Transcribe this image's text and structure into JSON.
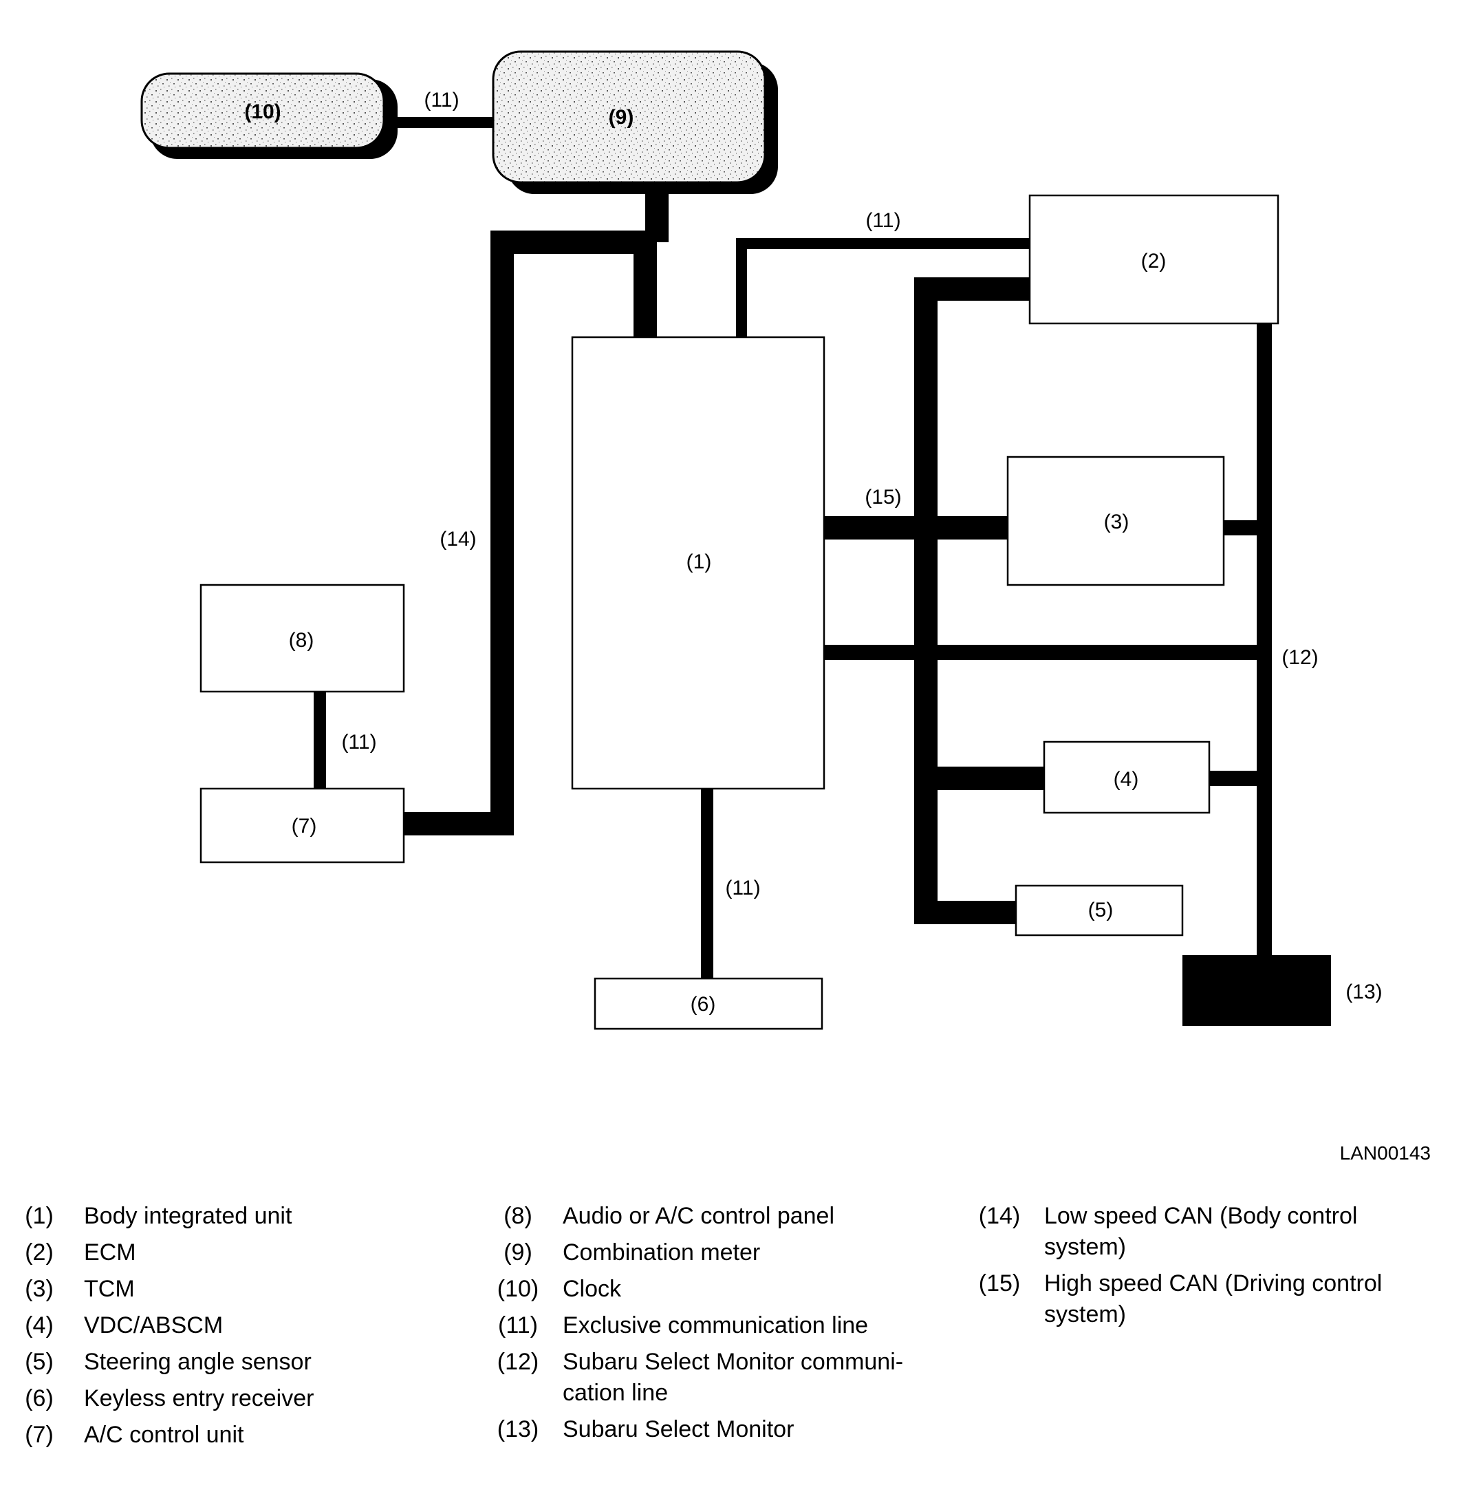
{
  "diagram": {
    "node_labels": {
      "n1": "(1)",
      "n2": "(2)",
      "n3": "(3)",
      "n4": "(4)",
      "n5": "(5)",
      "n6": "(6)",
      "n7": "(7)",
      "n8": "(8)",
      "n9": "(9)",
      "n10": "(10)",
      "n13": "(13)"
    },
    "line_labels": {
      "l11_clock": "(11)",
      "l11_ecm": "(11)",
      "l11_audio": "(11)",
      "l11_keyless": "(11)",
      "l12": "(12)",
      "l14": "(14)",
      "l15": "(15)"
    }
  },
  "figure_code": "LAN00143",
  "legend": {
    "col1": [
      {
        "num": "(1)",
        "text": "Body integrated unit"
      },
      {
        "num": "(2)",
        "text": "ECM"
      },
      {
        "num": "(3)",
        "text": "TCM"
      },
      {
        "num": "(4)",
        "text": "VDC/ABSCM"
      },
      {
        "num": "(5)",
        "text": "Steering angle sensor"
      },
      {
        "num": "(6)",
        "text": "Keyless entry receiver"
      },
      {
        "num": "(7)",
        "text": "A/C control unit"
      }
    ],
    "col2": [
      {
        "num": "(8)",
        "text": "Audio or A/C control panel"
      },
      {
        "num": "(9)",
        "text": "Combination meter"
      },
      {
        "num": "(10)",
        "text": "Clock"
      },
      {
        "num": "(11)",
        "text": "Exclusive communication line"
      },
      {
        "num": "(12)",
        "text": "Subaru Select Monitor communi-cation line"
      },
      {
        "num": "(13)",
        "text": "Subaru Select Monitor"
      }
    ],
    "col3": [
      {
        "num": "(14)",
        "text": "Low speed CAN (Body control system)"
      },
      {
        "num": "(15)",
        "text": "High speed CAN (Driving control system)"
      }
    ]
  }
}
